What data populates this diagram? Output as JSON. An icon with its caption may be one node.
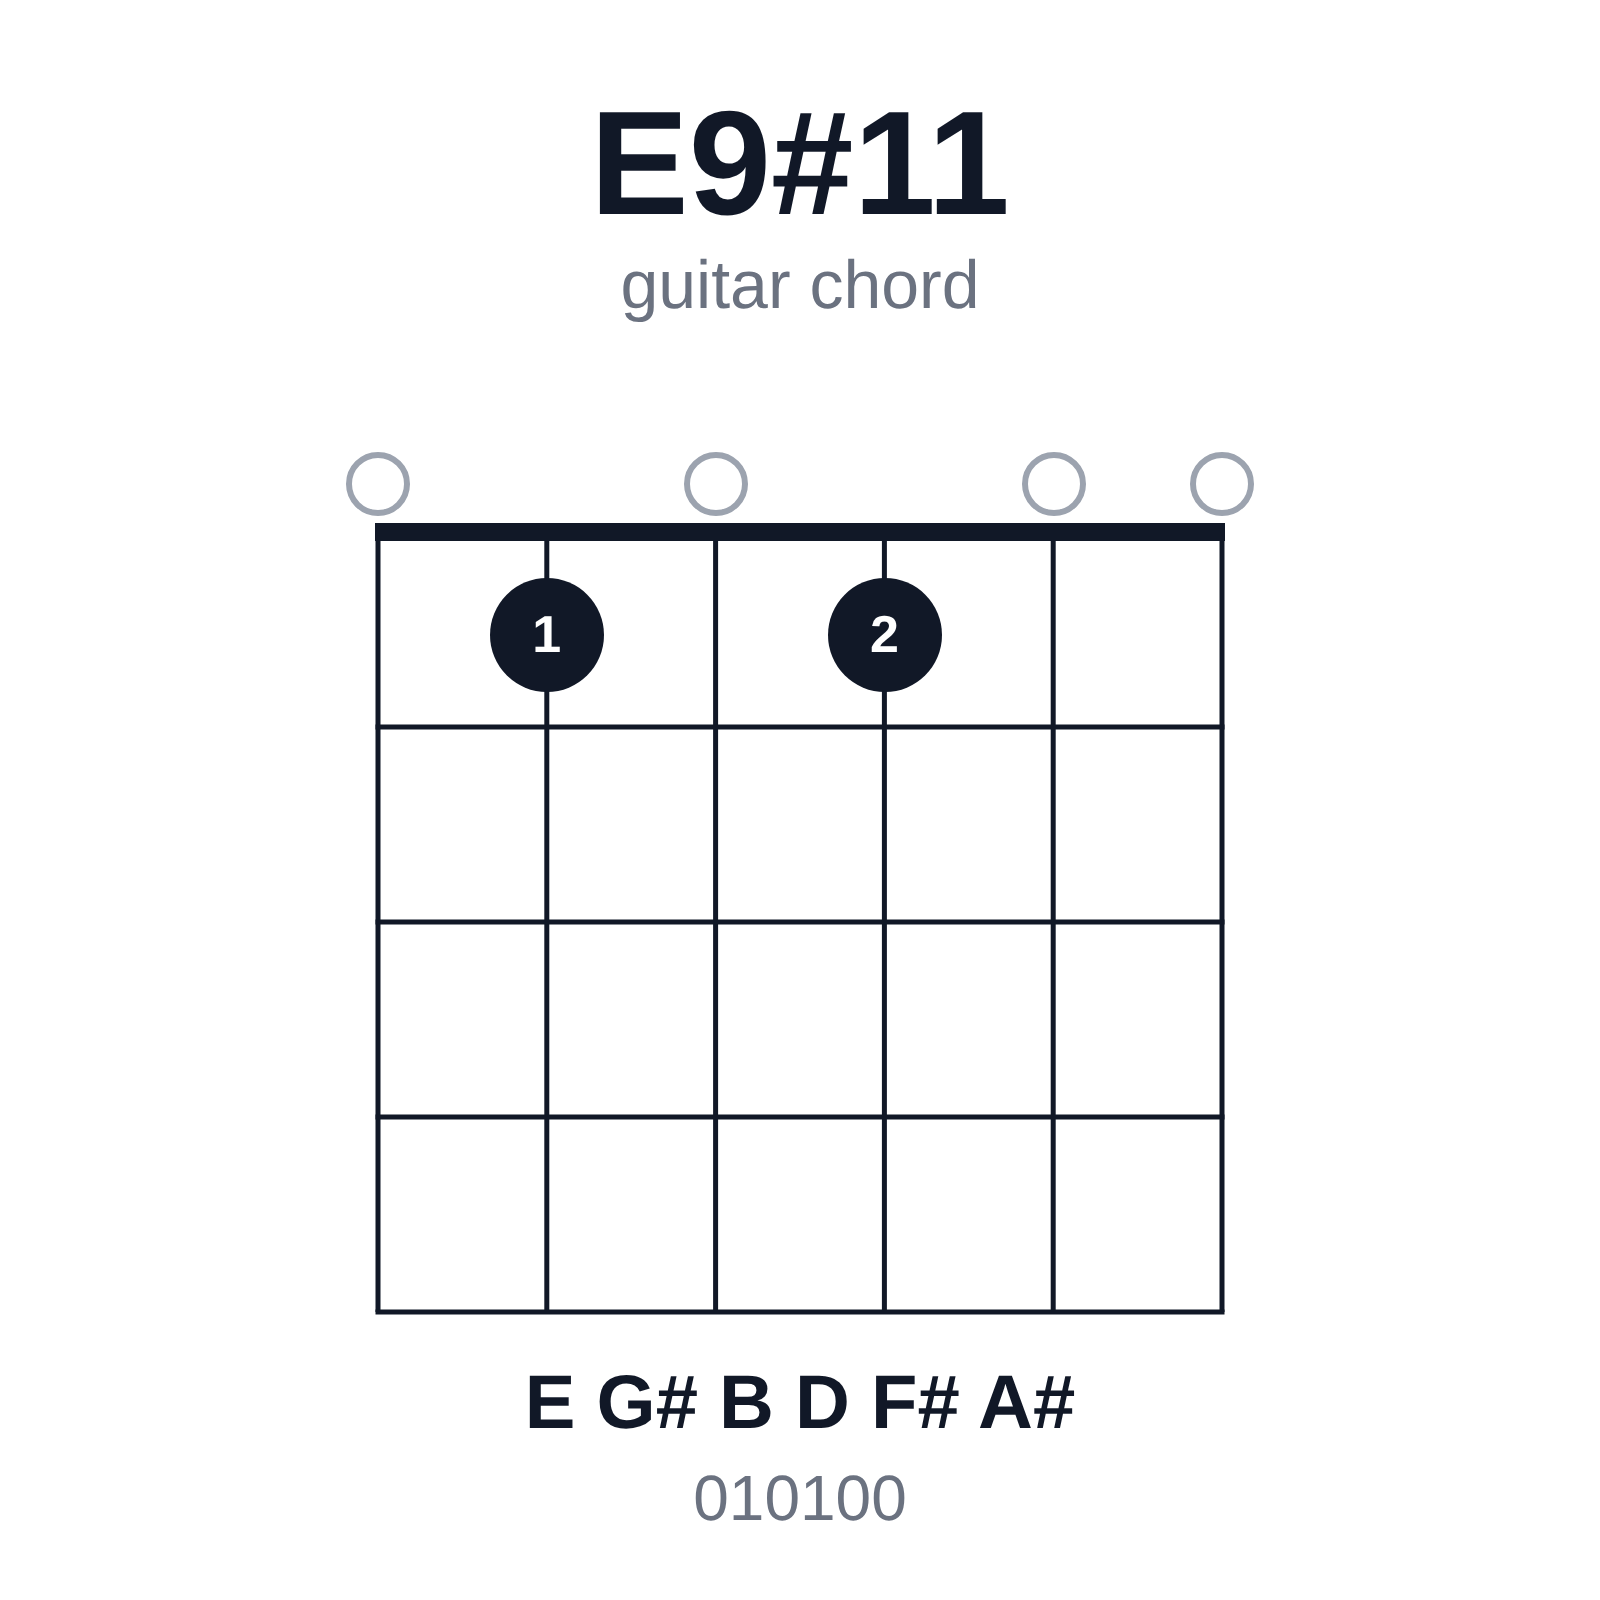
{
  "diagram": {
    "title": "E9#11",
    "nodes": [
      {
        "text": [],
        "shape": "circle"
      },
      {
        "text": [],
        "shape": "circle"
      },
      {
        "text": [],
        "shape": "circle"
      },
      {
        "text": [],
        "shape": "circle"
      },
      {
        "text": [
          "1"
        ]
      },
      {
        "text": [
          "2"
        ]
      }
    ],
    "labels": [
      "guitar chord",
      "E G# B D F# A#",
      "010100"
    ]
  }
}
